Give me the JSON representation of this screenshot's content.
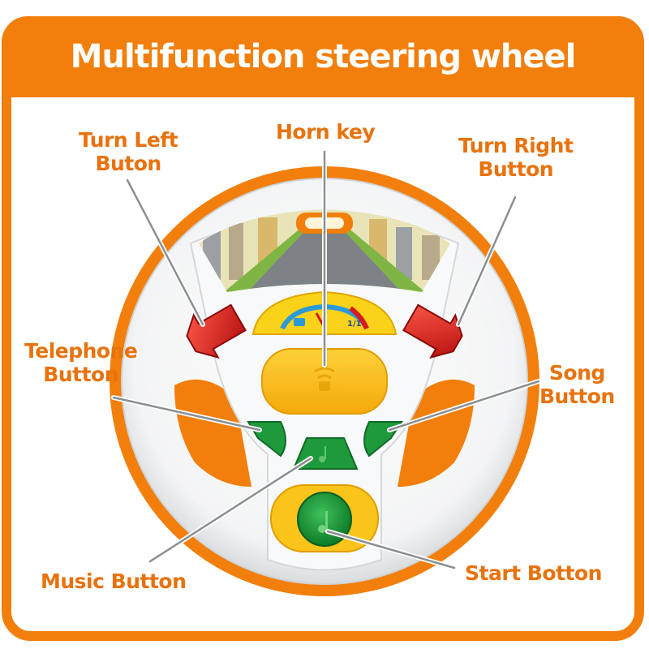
{
  "title": "Multifunction steering wheel",
  "labels": {
    "turn_left": [
      "Turn Left",
      "Buton"
    ],
    "horn": "Horn key",
    "turn_right": [
      "Turn Right",
      "Button"
    ],
    "telephone": [
      "Telephone",
      "Button"
    ],
    "song": [
      "Song",
      "Button"
    ],
    "music": "Music Button",
    "start": "Start Botton"
  },
  "dashboard": {
    "gauge_text": "1/1"
  },
  "colors": {
    "accent": "#f27f0c",
    "label": "#e8720c",
    "wheel": "#f7f8f8",
    "horn": "#fbbf13",
    "green_button": "#1e9a3c",
    "red_indicator": "#d61a1a"
  }
}
